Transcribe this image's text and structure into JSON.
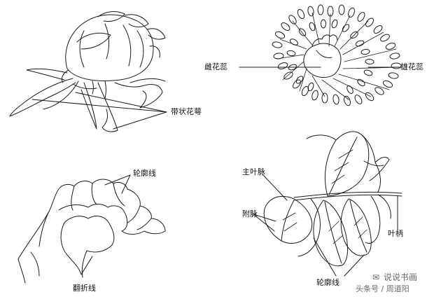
{
  "labels": {
    "ribbon_sepal": "带状花萼",
    "pistil": "雌花蕊",
    "stamen": "雄花蕊",
    "outline_top": "轮廓线",
    "fold_line": "翻折线",
    "main_vein": "主叶脉",
    "side_vein": "附脉",
    "petiole": "叶柄",
    "outline_bottom": "轮廓线"
  },
  "watermark": {
    "line1": "说说书画",
    "line2": "头条号 / 周道阳"
  },
  "colors": {
    "ink": "#1a1a1a",
    "background": "#ffffff",
    "watermark": "#6a6a6a"
  }
}
